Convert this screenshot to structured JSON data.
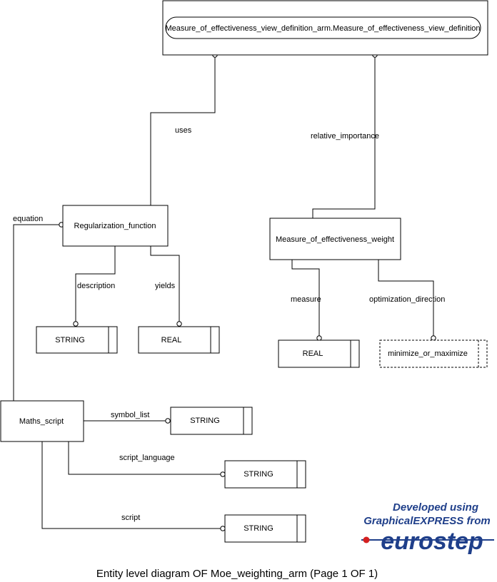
{
  "entities": {
    "moe_view": "Measure_of_effectiveness_view_definition_arm.Measure_of_effectiveness_view_definition",
    "regularization": "Regularization_function",
    "moe_weight": "Measure_of_effectiveness_weight",
    "maths_script": "Maths_script",
    "string_description": "STRING",
    "real_yields": "REAL",
    "real_measure": "REAL",
    "minimize_or_maximize": "minimize_or_maximize",
    "string_symbol_list": "STRING",
    "string_script_language": "STRING",
    "string_script": "STRING"
  },
  "relations": {
    "uses": "uses",
    "relative_importance": "relative_importance",
    "equation": "equation",
    "description": "description",
    "yields": "yields",
    "measure": "measure",
    "optimization_direction": "optimization_direction",
    "symbol_list": "symbol_list",
    "script_language": "script_language",
    "script": "script"
  },
  "branding": {
    "line1": "Developed using",
    "line2": "GraphicalEXPRESS from",
    "logo": "eurostep"
  },
  "caption": "Entity level diagram OF Moe_weighting_arm (Page 1 OF 1)"
}
